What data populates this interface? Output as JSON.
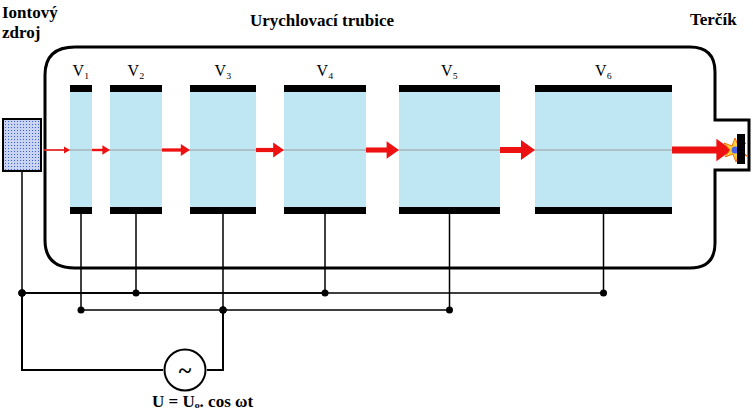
{
  "diagram": {
    "nodes": [
      {
        "text": [
          "Iontový zdroj"
        ]
      },
      {
        "text": [
          "Urychlovací trubice"
        ]
      },
      {
        "text": [
          "V₁"
        ],
        "in": 1
      },
      {
        "text": [
          "V₂"
        ],
        "in": 1
      },
      {
        "text": [
          "V₃"
        ],
        "in": 1
      },
      {
        "text": [
          "V₄"
        ],
        "in": 1
      },
      {
        "text": [
          "V₅"
        ],
        "in": 1
      },
      {
        "text": [
          "V₆"
        ],
        "in": 1
      },
      {
        "text": [
          "Terčík"
        ]
      },
      {
        "text": [
          "~",
          "U = Uₒ. cos ωt"
        ]
      }
    ],
    "edges": [
      {
        "from": 9,
        "to": 0,
        "arrow": "none"
      },
      {
        "from": 9,
        "to": 2,
        "arrow": "none"
      },
      {
        "from": 9,
        "to": 3,
        "arrow": "none"
      },
      {
        "from": 9,
        "to": 4,
        "arrow": "none"
      },
      {
        "from": 9,
        "to": 5,
        "arrow": "none"
      },
      {
        "from": 9,
        "to": 6,
        "arrow": "none"
      },
      {
        "from": 9,
        "to": 7,
        "arrow": "none"
      }
    ]
  }
}
